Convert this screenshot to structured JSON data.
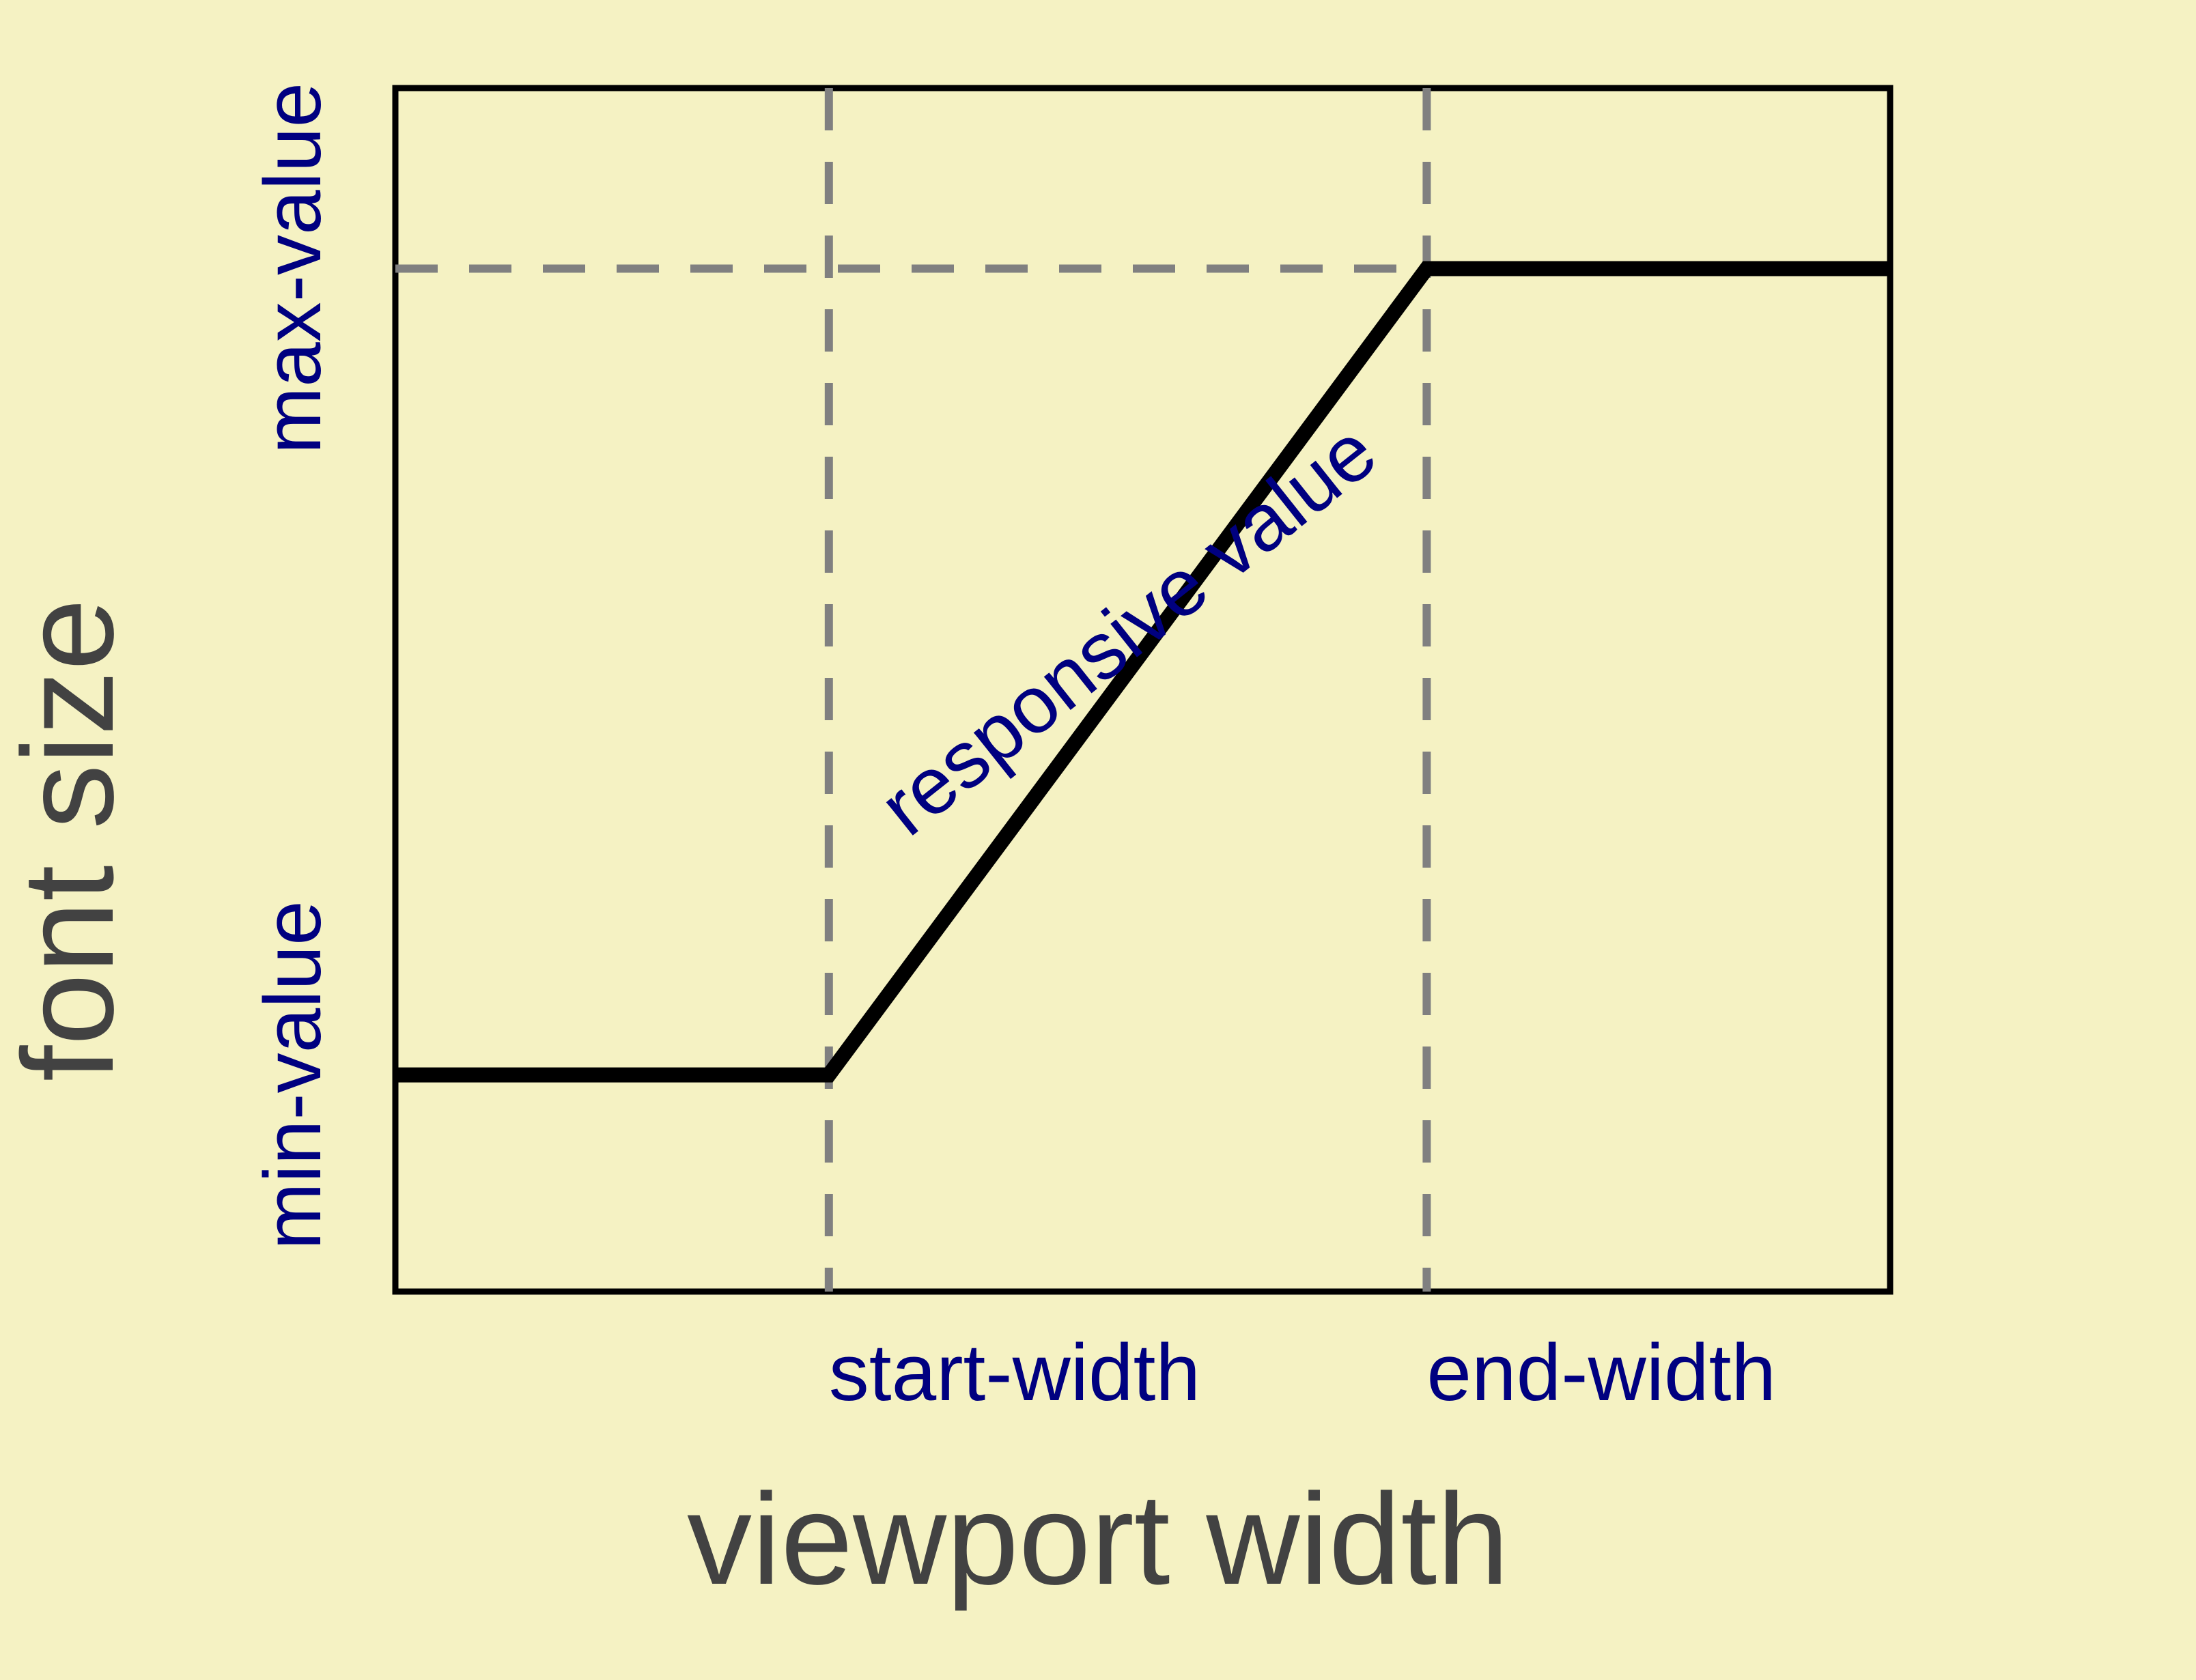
{
  "figure": {
    "background_color": "#F5F2C3",
    "frame_color": "#000000",
    "curve_color": "#000000",
    "guide_color": "#808080",
    "tick_label_color": "#000080",
    "axis_title_color": "#424242"
  },
  "axes": {
    "y_title": "font size",
    "x_title": "viewport width",
    "y_ticks": [
      "min-value",
      "max-value"
    ],
    "x_ticks": [
      "start-width",
      "end-width"
    ]
  },
  "annotations": {
    "curve_label": "responsive value"
  },
  "chart_data": {
    "type": "line",
    "title": "",
    "subtitle": "",
    "xlabel": "viewport width",
    "ylabel": "font size",
    "xlim": [
      0,
      100
    ],
    "ylim": [
      0,
      100
    ],
    "grid": false,
    "legend": null,
    "x_tick_values": [
      29,
      69
    ],
    "x_tick_labels": [
      "start-width",
      "end-width"
    ],
    "y_tick_values": [
      18,
      85
    ],
    "y_tick_labels": [
      "min-value",
      "max-value"
    ],
    "series": [
      {
        "name": "responsive value",
        "color": "#000000",
        "linewidth": 22,
        "x": [
          0,
          29,
          69,
          100
        ],
        "y": [
          18,
          18,
          85,
          85
        ]
      }
    ],
    "guides": [
      {
        "type": "vline",
        "x": 29,
        "label": "start-width",
        "style": "dashed",
        "color": "#808080"
      },
      {
        "type": "vline",
        "x": 69,
        "label": "end-width",
        "style": "dashed",
        "color": "#808080"
      },
      {
        "type": "hline",
        "y": 85,
        "label": "max-value",
        "style": "dashed",
        "color": "#808080"
      }
    ],
    "annotations": [
      {
        "text": "responsive value",
        "x": 49,
        "y": 55,
        "rotation": -38.5,
        "color": "#000080"
      }
    ],
    "description": "Piecewise-linear clamp curve: font size stays at min-value below start-width, grows linearly between start-width and end-width, then stays at max-value above end-width."
  }
}
